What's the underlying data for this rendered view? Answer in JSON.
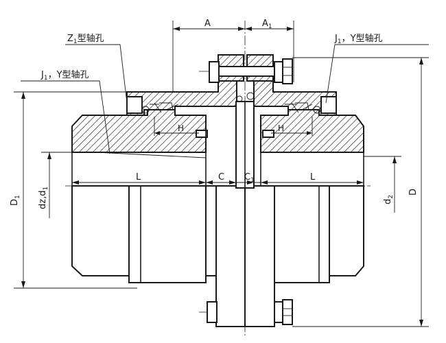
{
  "labels": {
    "A": "A",
    "A1": "A",
    "A1_sub": "1",
    "Z1_hole": "Z",
    "Z1_sub": "1",
    "Z1_hole_suffix": "型轴孔",
    "J1Y_left": "J",
    "J1Y_left_sub": "1",
    "J1Y_left_suffix": "，Y型轴孔",
    "J1Y_right": "J",
    "J1Y_right_sub": "1",
    "J1Y_right_suffix": "，Y型轴孔",
    "H_left": "H",
    "H_right": "H",
    "L_left": "L",
    "L_right": "L",
    "C": "C",
    "C1": "C",
    "C1_sub": "1",
    "D1": "D",
    "D1_sub": "1",
    "dz_d1": "dz,d",
    "dz_d1_sub": "1",
    "d2": "d",
    "d2_sub": "2",
    "D": "D"
  },
  "colors": {
    "line": "#1a1a1a",
    "background": "#ffffff"
  }
}
